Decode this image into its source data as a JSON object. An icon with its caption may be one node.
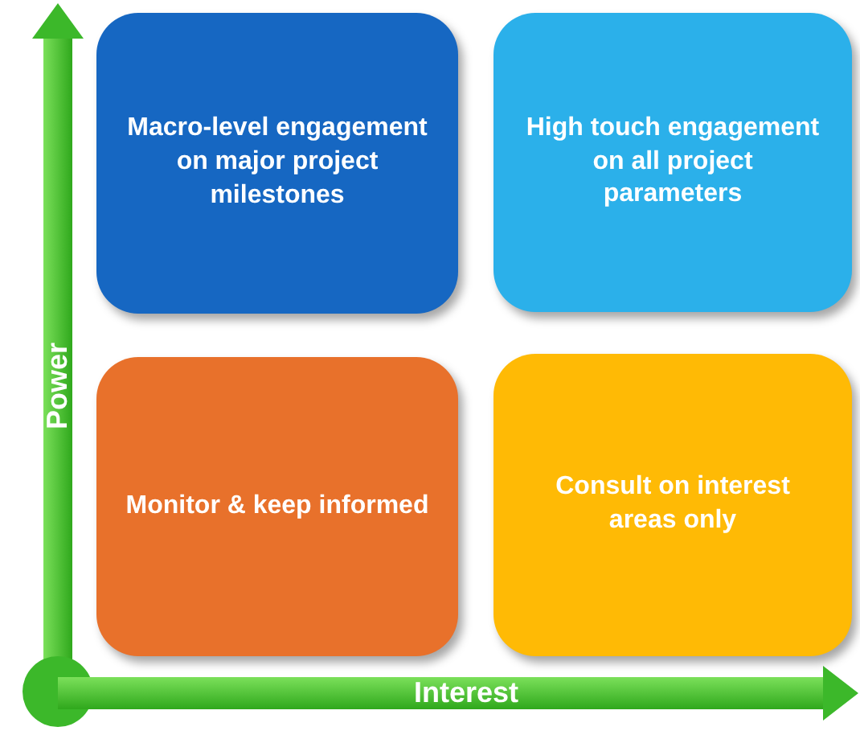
{
  "diagram": {
    "nodes": [
      {
        "text": [
          "Macro-level engagement on major project milestones"
        ]
      },
      {
        "text": [
          "High touch engagement on all project parameters"
        ]
      },
      {
        "text": [
          "Monitor & keep informed"
        ]
      },
      {
        "text": [
          "Consult on interest areas only"
        ]
      }
    ],
    "labels": [
      "Power",
      "Interest"
    ]
  }
}
